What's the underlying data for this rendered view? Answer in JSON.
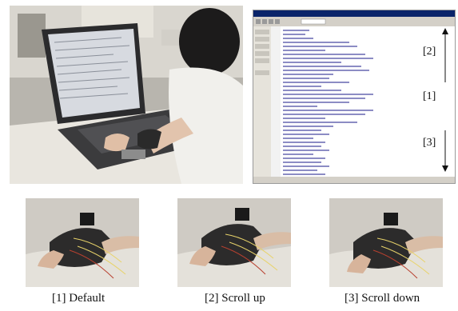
{
  "screenshot": {
    "markers": {
      "scroll_up": "[2]",
      "default": "[1]",
      "scroll_down": "[3]"
    }
  },
  "captions": [
    {
      "label": "[1] Default"
    },
    {
      "label": "[2] Scroll up"
    },
    {
      "label": "[3] Scroll down"
    }
  ]
}
